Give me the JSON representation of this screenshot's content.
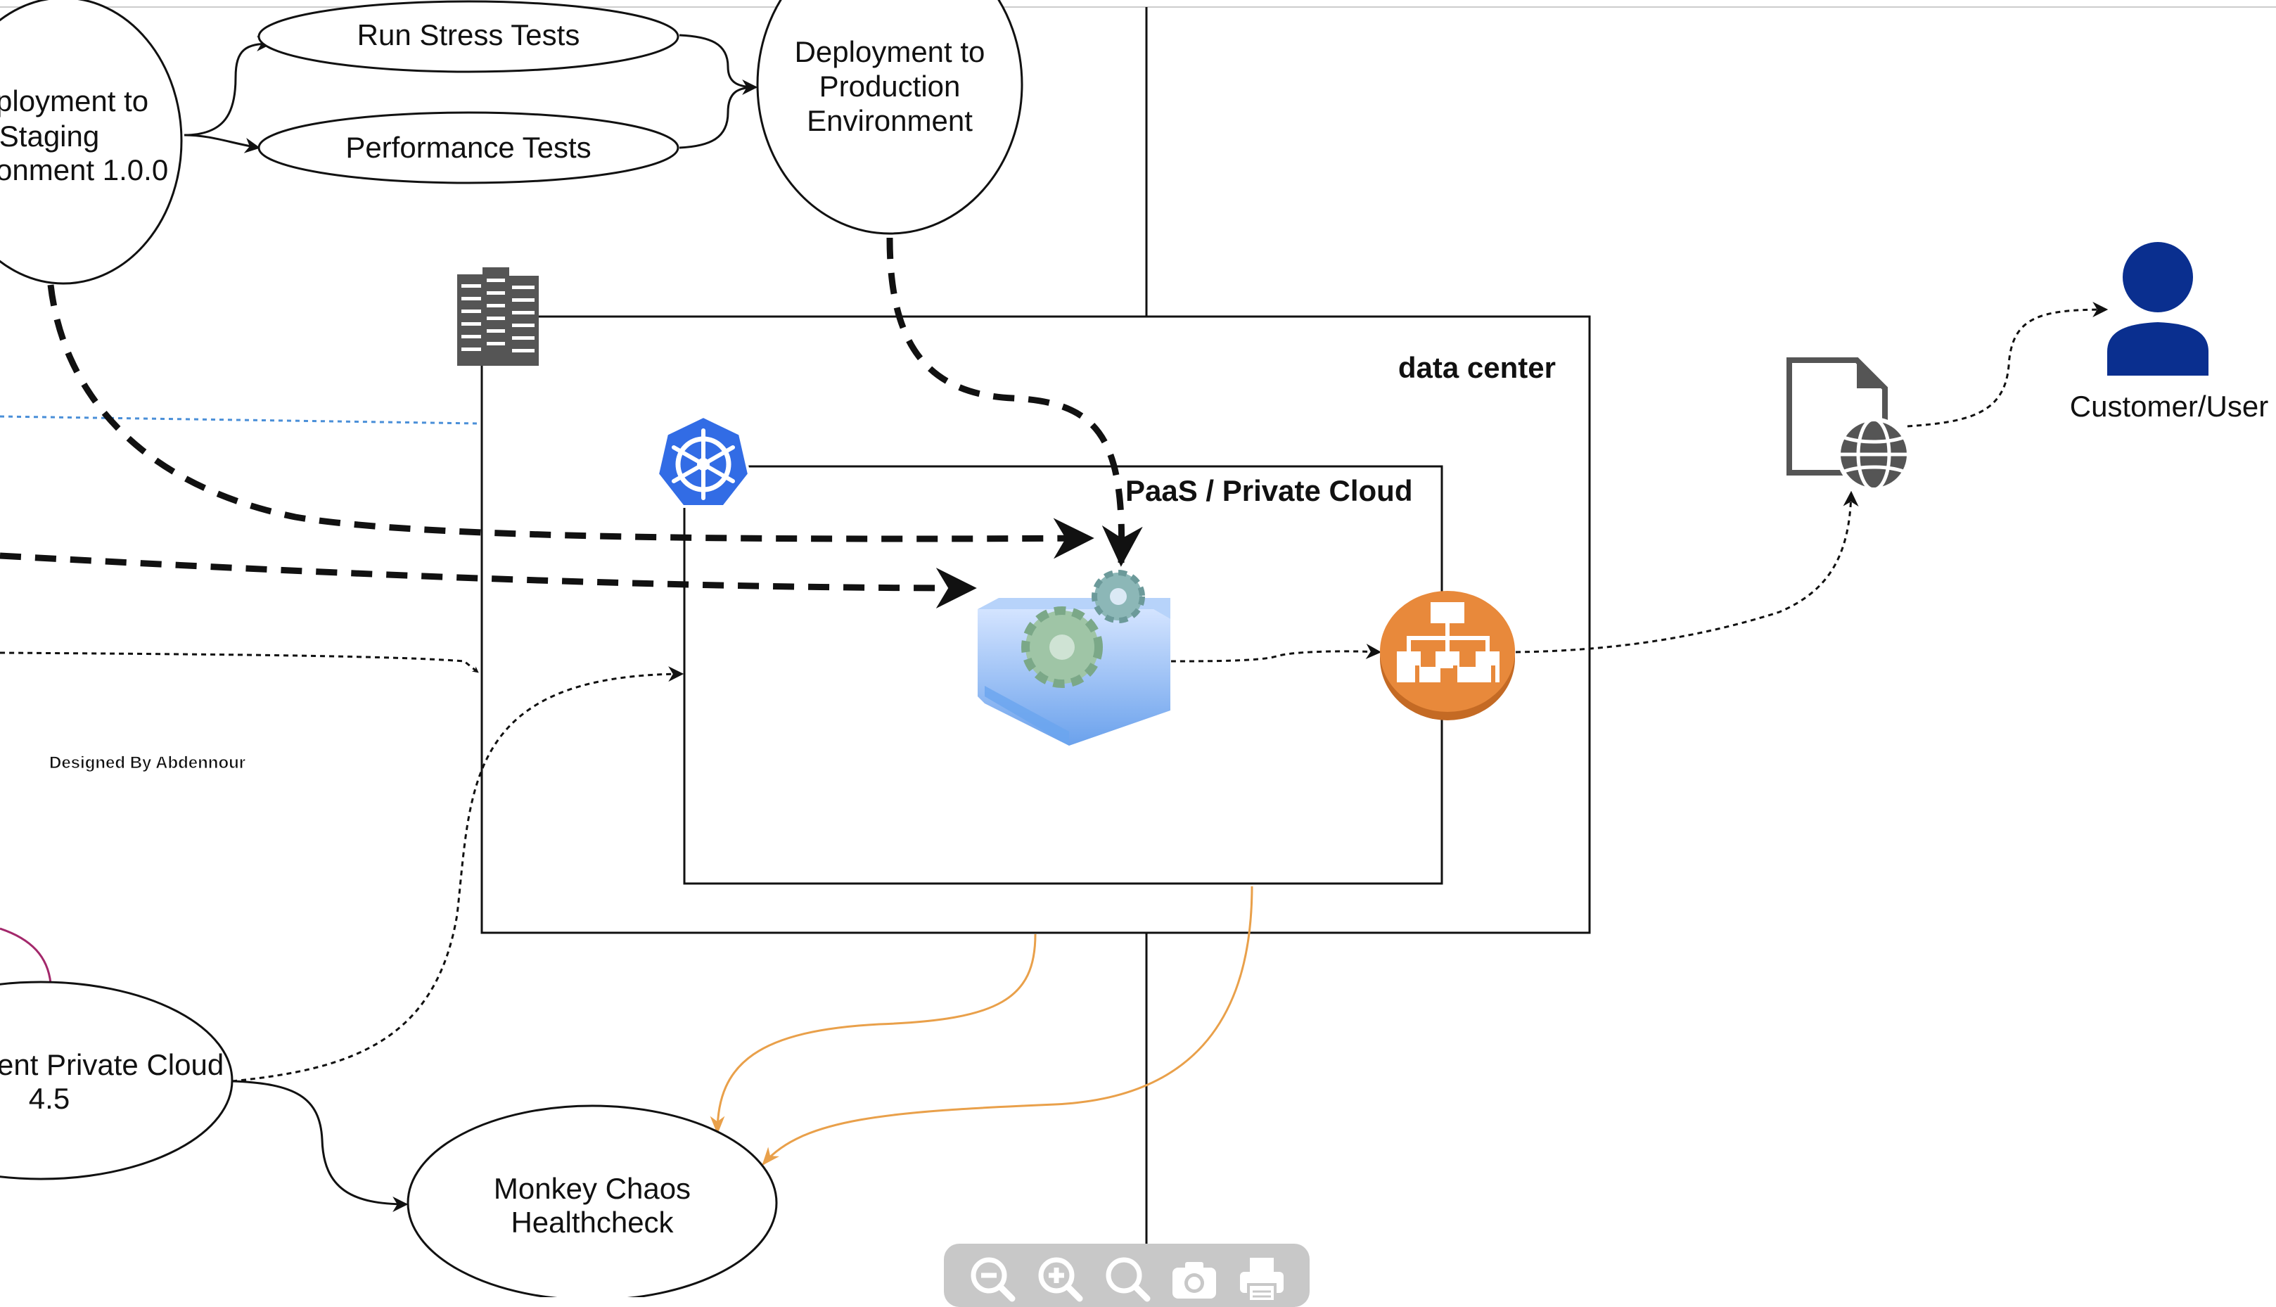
{
  "nodes": {
    "staging": [
      "ployment to",
      "Staging",
      "onment 1.0.0"
    ],
    "stress": "Run Stress Tests",
    "performance": "Performance Tests",
    "production": [
      "Deployment to",
      "Production",
      "Environment"
    ],
    "private_cloud": [
      "ent Private Cloud",
      "4.5"
    ],
    "monkey": [
      "Monkey Chaos",
      "Healthcheck"
    ],
    "data_center": "data center",
    "paas": "PaaS / Private Cloud",
    "customer": "Customer/User",
    "credit": "Designed  By Abdennour"
  },
  "icons": {
    "server_rack": "server-rack-icon",
    "kubernetes": "kubernetes-helm-icon",
    "container": "container-gears-icon",
    "load_balancer": "load-balancer-icon",
    "web_document": "web-document-globe-icon",
    "user": "user-icon"
  },
  "toolbar": {
    "buttons": [
      "zoom-out",
      "zoom-in",
      "zoom-reset",
      "screenshot",
      "print"
    ]
  },
  "colors": {
    "kubernetes": "#326ce5",
    "load_balancer": "#e8893b",
    "user": "#0a2f8f",
    "healthcheck_edges": "#e9a04a",
    "link_edge": "#4a8fd8",
    "magenta_edge": "#a3286b"
  }
}
